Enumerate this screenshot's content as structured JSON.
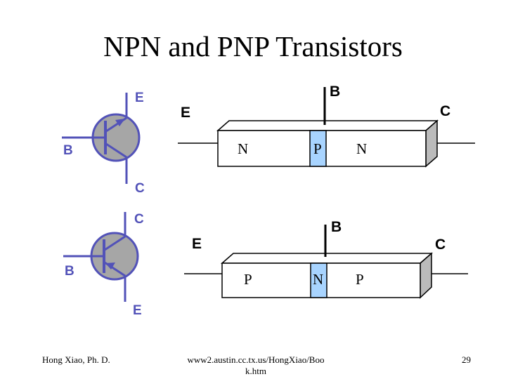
{
  "title": "NPN and PNP Transistors",
  "footer": {
    "author": "Hong Xiao, Ph. D.",
    "url_line1": "www2.austin.cc.tx.us/HongXiao/Boo",
    "url_line2": "k.htm",
    "page_number": "29"
  },
  "npn_symbol": {
    "emitter": "E",
    "base": "B",
    "collector": "C"
  },
  "pnp_symbol": {
    "collector": "C",
    "base": "B",
    "emitter": "E"
  },
  "npn_bar": {
    "emitter": "E",
    "base": "B",
    "collector": "C",
    "regions": [
      "N",
      "P",
      "N"
    ]
  },
  "pnp_bar": {
    "emitter": "E",
    "base": "B",
    "collector": "C",
    "regions": [
      "P",
      "N",
      "P"
    ]
  },
  "colors": {
    "symbol": "#5252b8",
    "symbol_fill": "#a6a6a6",
    "base_region": "#a8d4ff",
    "bar_side": "#bbbbbb",
    "text": "#000000"
  }
}
